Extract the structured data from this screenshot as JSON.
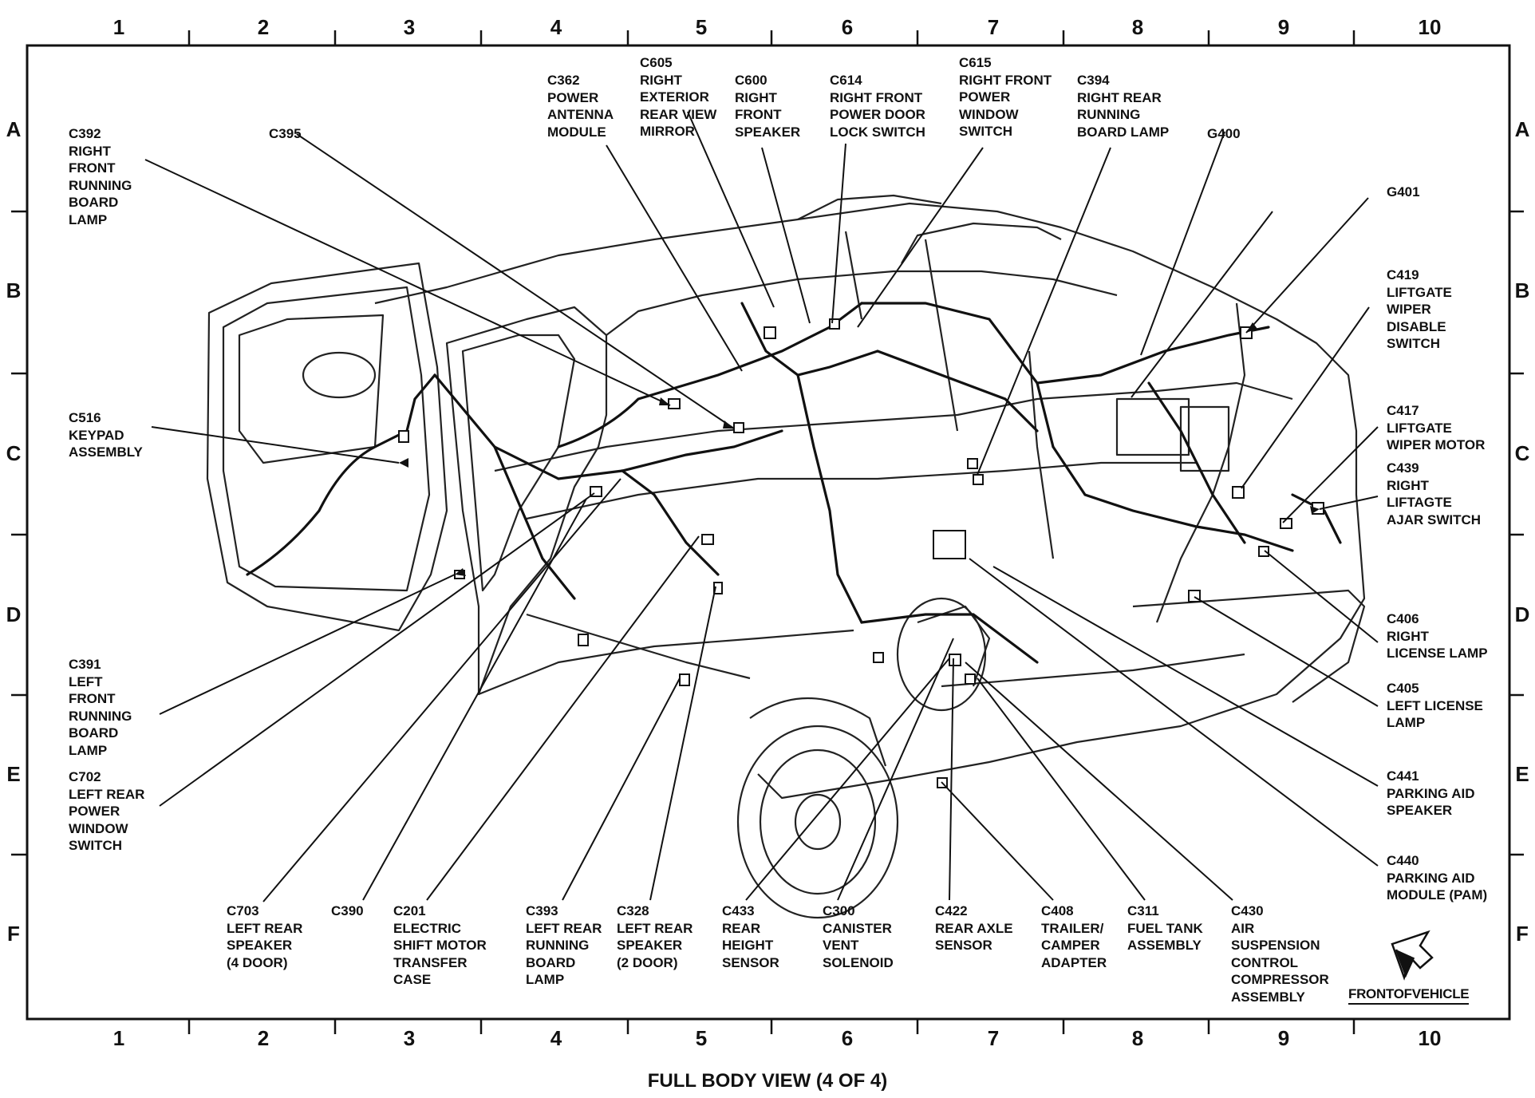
{
  "caption": "FULL BODY VIEW (4 OF 4)",
  "front_of_vehicle": "FRONTOFVEHICLE",
  "grid": {
    "columns": [
      "1",
      "2",
      "3",
      "4",
      "5",
      "6",
      "7",
      "8",
      "9",
      "10"
    ],
    "rows": [
      "A",
      "B",
      "C",
      "D",
      "E",
      "F"
    ]
  },
  "components": {
    "c392": "C392\nRIGHT\nFRONT\nRUNNING\nBOARD\nLAMP",
    "c395": "C395",
    "c362": "C362\nPOWER\nANTENNA\nMODULE",
    "c605": "C605\nRIGHT\nEXTERIOR\nREAR VIEW\nMIRROR",
    "c600": "C600\nRIGHT\nFRONT\nSPEAKER",
    "c614": "C614\nRIGHT FRONT\nPOWER DOOR\nLOCK SWITCH",
    "c615": "C615\nRIGHT FRONT\nPOWER\nWINDOW\nSWITCH",
    "c394": "C394\nRIGHT REAR\nRUNNING\nBOARD LAMP",
    "g400": "G400",
    "g401": "G401",
    "c419": "C419\nLIFTGATE\nWIPER\nDISABLE\nSWITCH",
    "c417": "C417\nLIFTGATE\nWIPER MOTOR",
    "c439": "C439\nRIGHT\nLIFTAGTE\nAJAR SWITCH",
    "c516": "C516\nKEYPAD\nASSEMBLY",
    "c406": "C406\nRIGHT\nLICENSE LAMP",
    "c405": "C405\nLEFT LICENSE\nLAMP",
    "c441": "C441\nPARKING AID\nSPEAKER",
    "c440": "C440\nPARKING AID\nMODULE (PAM)",
    "c391": "C391\nLEFT\nFRONT\nRUNNING\nBOARD\nLAMP",
    "c702": "C702\nLEFT REAR\nPOWER\nWINDOW\nSWITCH",
    "c703": "C703\nLEFT REAR\nSPEAKER\n(4 DOOR)",
    "c390": "C390",
    "c201": "C201\nELECTRIC\nSHIFT MOTOR\nTRANSFER\nCASE",
    "c393": "C393\nLEFT REAR\nRUNNING\nBOARD\nLAMP",
    "c328": "C328\nLEFT REAR\nSPEAKER\n(2 DOOR)",
    "c433": "C433\nREAR\nHEIGHT\nSENSOR",
    "c300": "C300\nCANISTER\nVENT\nSOLENOID",
    "c422": "C422\nREAR AXLE\nSENSOR",
    "c408": "C408\nTRAILER/\nCAMPER\nADAPTER",
    "c311": "C311\nFUEL TANK\nASSEMBLY",
    "c430": "C430\nAIR\nSUSPENSION\nCONTROL\nCOMPRESSOR\nASSEMBLY"
  }
}
